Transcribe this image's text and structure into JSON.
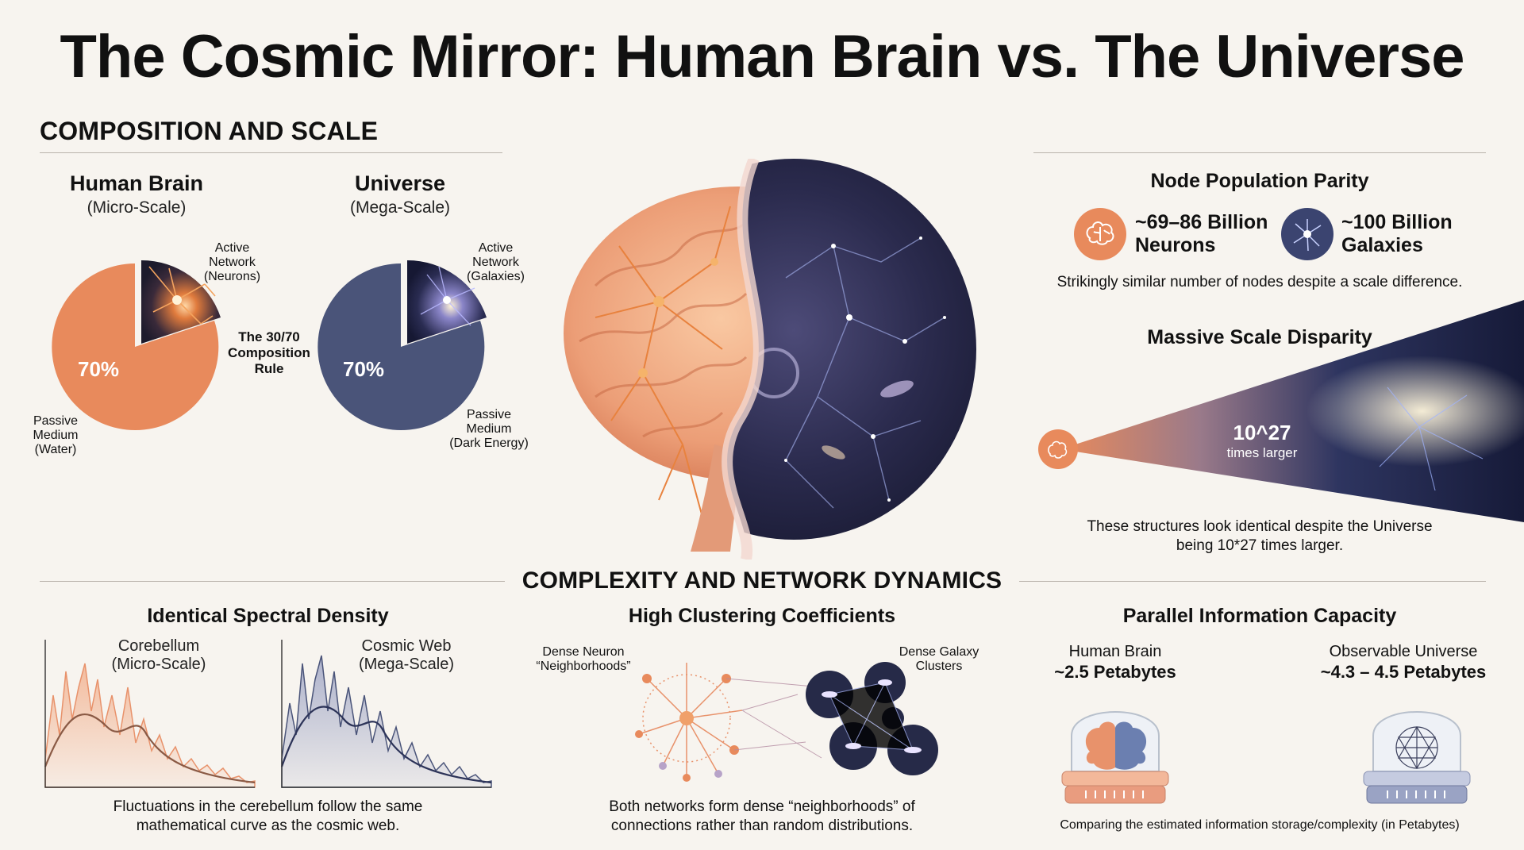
{
  "title": "The Cosmic Mirror: Human Brain vs. The Universe",
  "composition": {
    "heading": "COMPOSITION AND SCALE",
    "brain": {
      "title": "Human Brain",
      "subtitle": "(Micro-Scale)",
      "percent": "70%",
      "active_label": [
        "Active",
        "Network",
        "(Neurons)"
      ],
      "passive_label": [
        "Passive",
        "Medium",
        "(Water)"
      ],
      "color": "#e88a5c"
    },
    "universe": {
      "title": "Universe",
      "subtitle": "(Mega-Scale)",
      "percent": "70%",
      "active_label": [
        "Active",
        "Network",
        "(Galaxies)"
      ],
      "passive_label": [
        "Passive",
        "Medium",
        "(Dark Energy)"
      ],
      "color": "#4a5479"
    },
    "rule_label": [
      "The 30/70",
      "Composition",
      "Rule"
    ],
    "passive_fraction": 0.7
  },
  "node_parity": {
    "title": "Node Population Parity",
    "neurons": [
      "~69–86 Billion",
      "Neurons"
    ],
    "galaxies": [
      "~100 Billion",
      "Galaxies"
    ],
    "caption": "Strikingly similar number of nodes despite a scale difference.",
    "neuron_icon": "brain-icon",
    "galaxy_icon": "galaxy-icon"
  },
  "scale": {
    "title": "Massive Scale Disparity",
    "factor": "10^27",
    "factor_sub": "times larger",
    "caption": [
      "These structures look identical despite the Universe",
      "being 10*27 times larger."
    ]
  },
  "complexity": {
    "heading": "COMPLEXITY AND NETWORK DYNAMICS",
    "spectral": {
      "title": "Identical Spectral Density",
      "left": [
        "Corebellum",
        "(Micro-Scale)"
      ],
      "right": [
        "Cosmic Web",
        "(Mega-Scale)"
      ],
      "caption": [
        "Fluctuations in the cerebellum follow the same",
        "mathematical curve as the cosmic web."
      ]
    },
    "clustering": {
      "title": "High Clustering Coefficients",
      "left": [
        "Dense Neuron",
        "“Neighborhoods”"
      ],
      "right": [
        "Dense Galaxy",
        "Clusters"
      ],
      "caption": [
        "Both networks form dense “neighborhoods” of",
        "connections rather than random distributions."
      ]
    },
    "capacity": {
      "title": "Parallel Information Capacity",
      "brain": [
        "Human Brain",
        "~2.5 Petabytes"
      ],
      "universe": [
        "Observable Universe",
        "~4.3 – 4.5 Petabytes"
      ],
      "caption": "Comparing the estimated information storage/complexity (in Petabytes)"
    }
  },
  "colors": {
    "brain": "#e88a5c",
    "universe": "#4a5479",
    "background": "#f7f4ef"
  }
}
